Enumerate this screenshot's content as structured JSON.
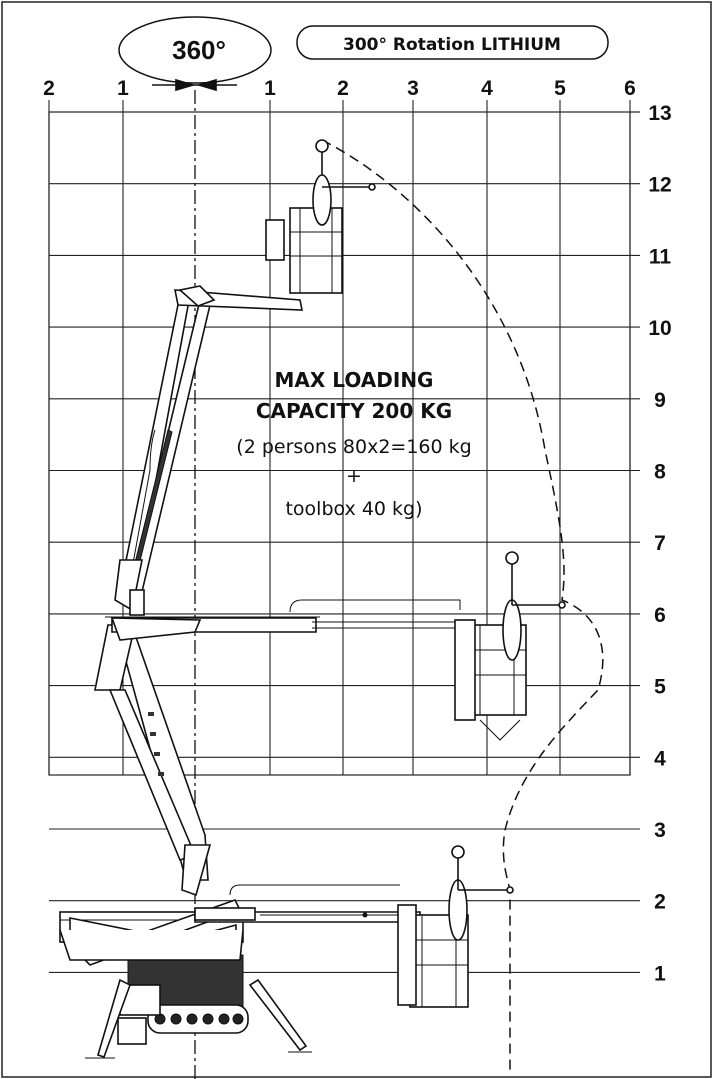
{
  "header": {
    "rotation_badge": "360°",
    "rotation_title": "300° Rotation LITHIUM"
  },
  "x_axis_labels": [
    "2",
    "1",
    "1",
    "2",
    "3",
    "4",
    "5",
    "6"
  ],
  "y_axis_labels": [
    "13",
    "12",
    "11",
    "10",
    "9",
    "8",
    "7",
    "6",
    "5",
    "4",
    "3",
    "2",
    "1"
  ],
  "capacity": {
    "line1": "MAX LOADING",
    "line2": "CAPACITY 200 KG",
    "line3": "(2 persons 80x2=160 kg",
    "line4": "+",
    "line5": "toolbox 40 kg)"
  }
}
